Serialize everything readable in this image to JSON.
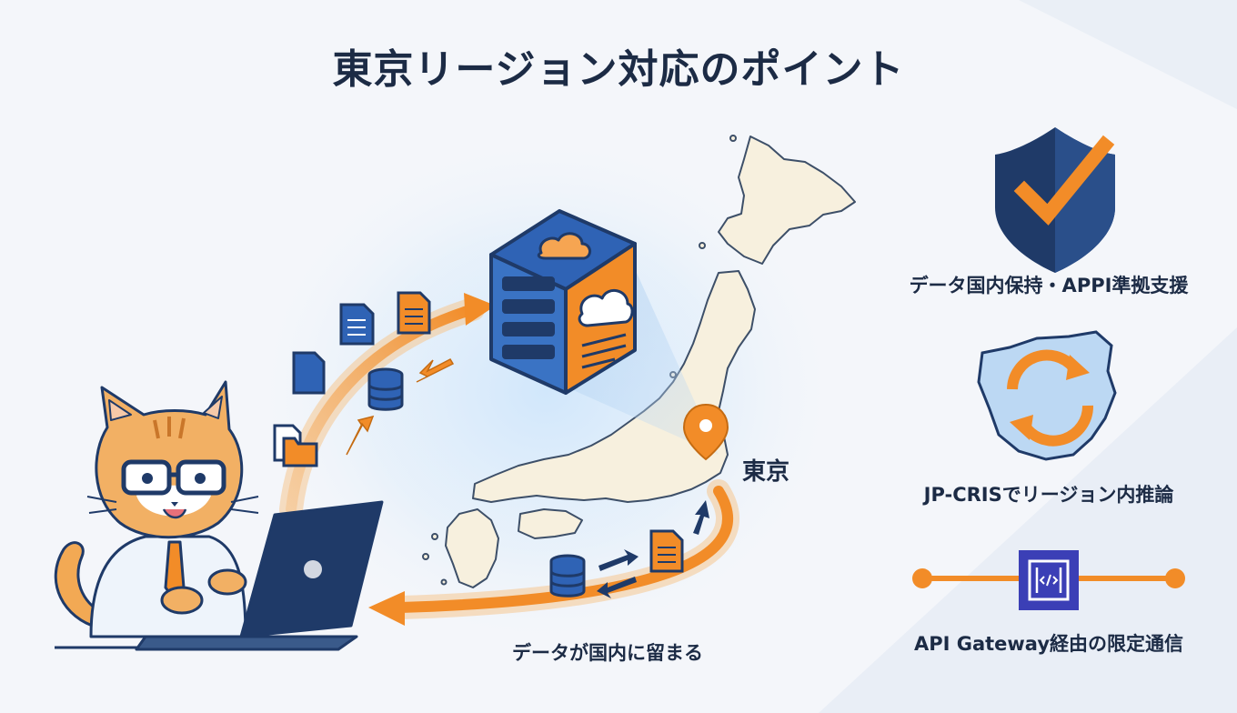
{
  "title": "東京リージョン対応のポイント",
  "map": {
    "city_label": "東京",
    "flow_label": "データが国内に留まる"
  },
  "features": [
    {
      "label": "データ国内保持・APPI準拠支援",
      "icon": "shield-check-icon"
    },
    {
      "label": "JP-CRISでリージョン内推論",
      "icon": "region-sync-icon"
    },
    {
      "label": "API Gateway経由の限定通信",
      "icon": "api-gateway-icon"
    }
  ],
  "colors": {
    "accent_orange": "#f28c28",
    "navy": "#1f3a68",
    "blue": "#2f63b5",
    "map_fill": "#f7f0de",
    "background": "#f4f6fa"
  }
}
